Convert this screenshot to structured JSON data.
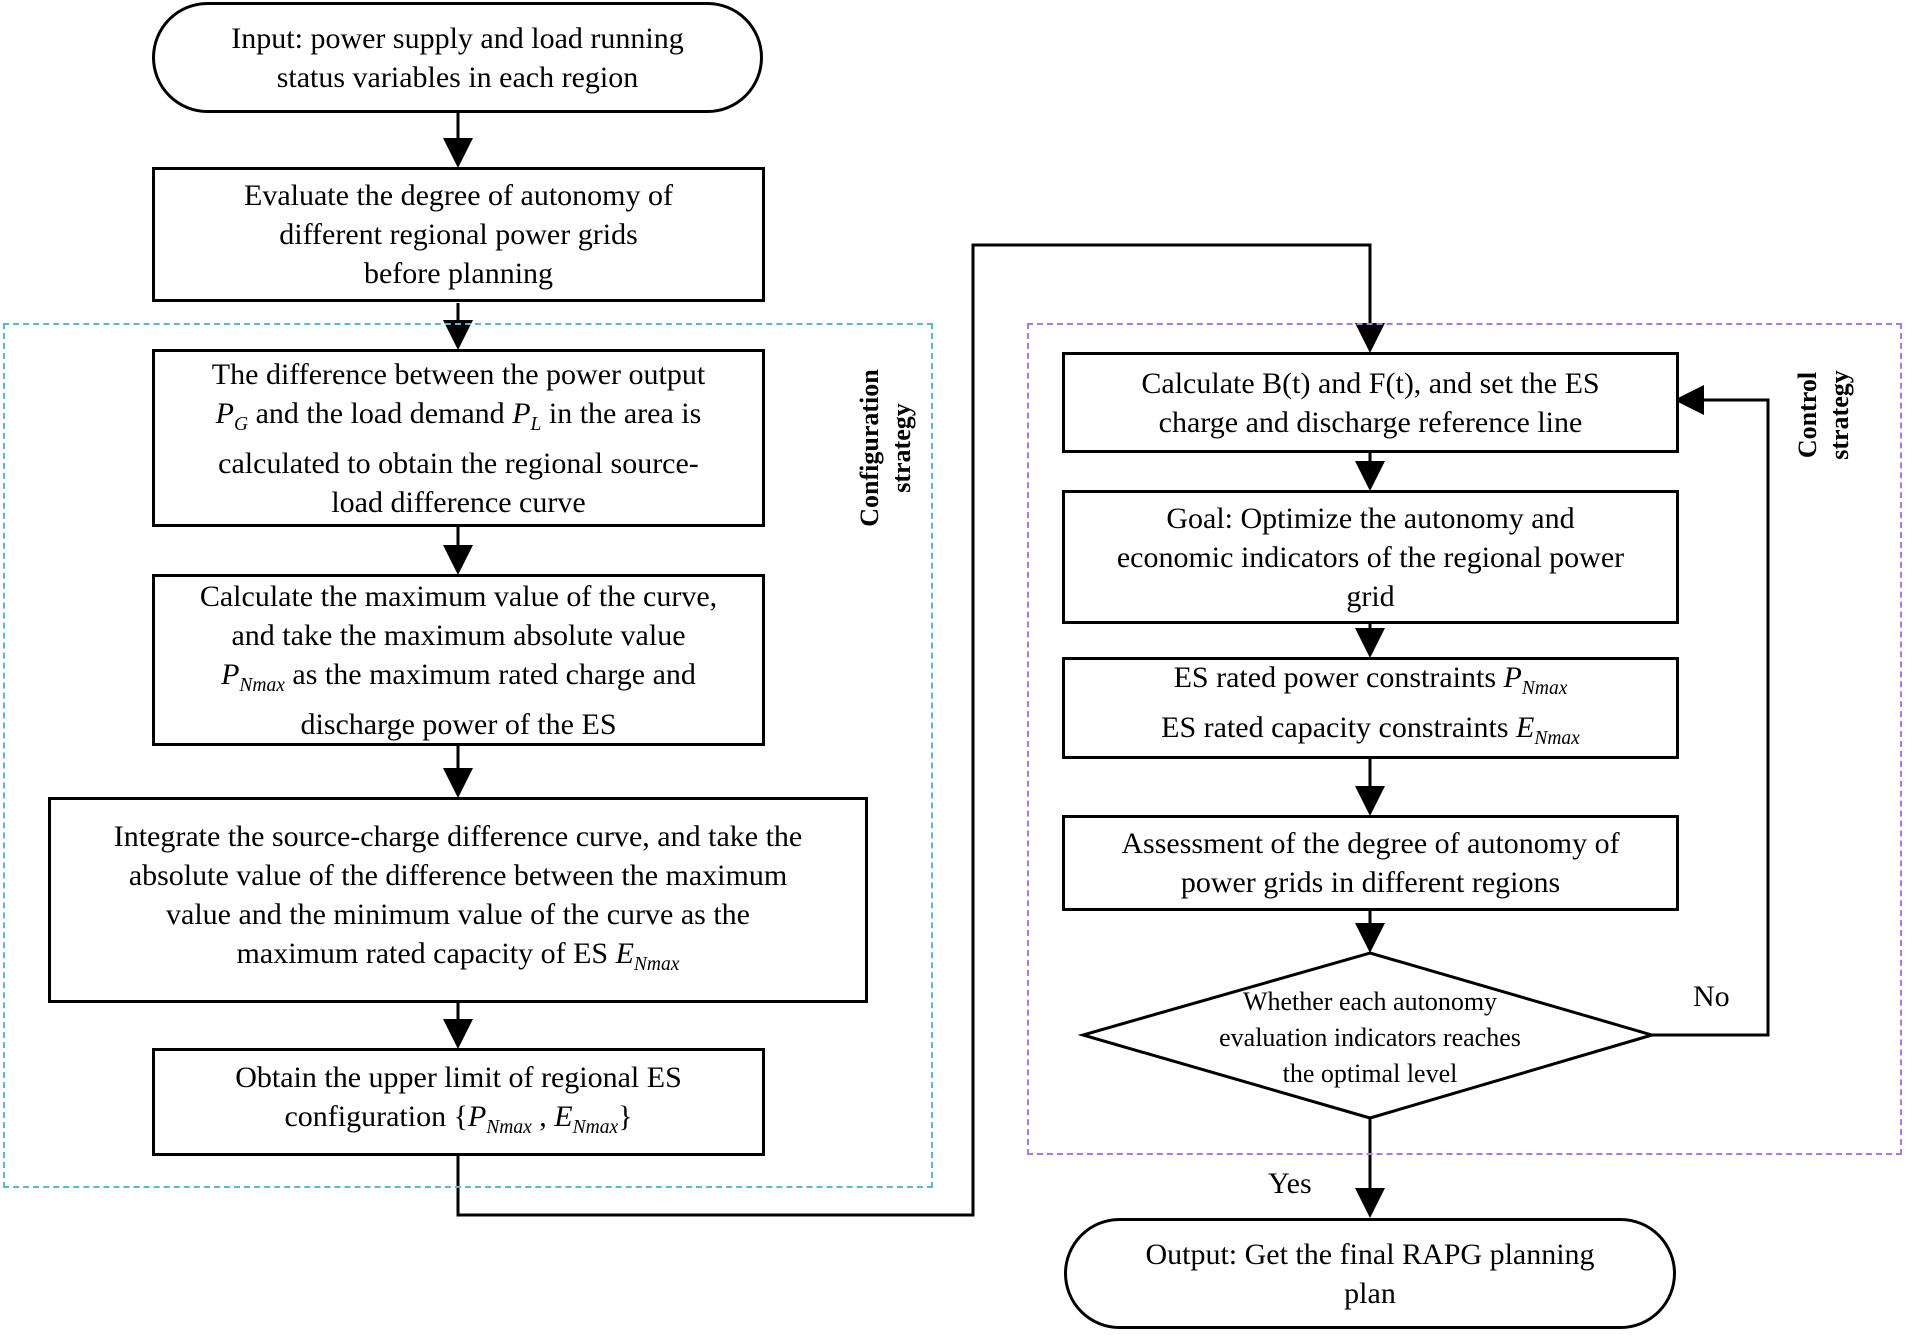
{
  "left_flow": {
    "input": "Input: power supply and load running\nstatus variables in each region",
    "evaluate": "Evaluate the degree of autonomy of\ndifferent regional power grids\nbefore planning",
    "difference": {
      "line1": "The difference between the power output",
      "pg_sym": "P",
      "pg_sub": "G",
      "mid": " and the load demand ",
      "pl_sym": "P",
      "pl_sub": "L",
      "tail": " in the area is",
      "rest": "calculated to obtain the regional source-\nload difference curve"
    },
    "maximum": {
      "lines": "Calculate the maximum value of the curve,\nand take the maximum absolute value",
      "sym": "P",
      "sub": "Nmax",
      "tail": " as the maximum rated charge and",
      "last": "discharge power of the ES"
    },
    "integrate": {
      "lines": "Integrate the source-charge difference curve, and take the\nabsolute value of the difference between the maximum\nvalue and the minimum value of the curve as the",
      "last": "maximum rated capacity of ES ",
      "sym": "E",
      "sub": "Nmax"
    },
    "upper": {
      "line1": "Obtain the upper limit of regional ES",
      "prefix": "configuration {",
      "sym1": "P",
      "sub1": "Nmax",
      "sep": " , ",
      "sym2": "E",
      "sub2": "Nmax",
      "suffix": "}"
    }
  },
  "right_flow": {
    "calc": "Calculate B(t) and F(t), and set the ES\ncharge and discharge reference line",
    "goal": "Goal: Optimize the autonomy and\neconomic indicators of the regional power\ngrid",
    "constraints": {
      "line1": "ES rated power constraints ",
      "sym1": "P",
      "sub1": "Nmax",
      "line2": "ES rated capacity constraints ",
      "sym2": "E",
      "sub2": "Nmax"
    },
    "assess": "Assessment of the degree of autonomy of\npower grids in different regions",
    "decision": "Whether each autonomy\nevaluation indicators reaches\nthe optimal level",
    "output": "Output: Get the final RAPG planning\nplan"
  },
  "labels": {
    "configuration": "Configuration\nstrategy",
    "control": "Control\nstrategy",
    "no": "No",
    "yes": "Yes"
  },
  "colors": {
    "configuration_border": "#5bb8d0",
    "control_border": "#a97be0",
    "line": "#000000"
  }
}
